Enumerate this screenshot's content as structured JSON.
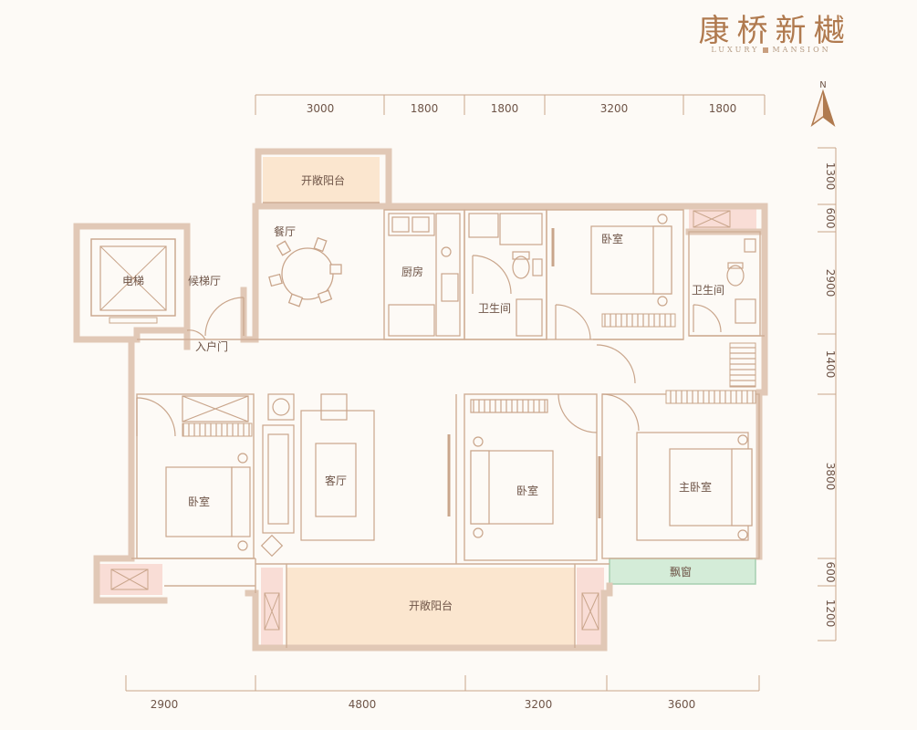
{
  "brand": {
    "title": "康桥新樾",
    "subtitle_left": "LUXURY",
    "subtitle_right": "MANSION"
  },
  "compass": {
    "north_label": "N"
  },
  "dimensions": {
    "top": [
      "3000",
      "1800",
      "1800",
      "3200",
      "1800"
    ],
    "bottom": [
      "2900",
      "4800",
      "3200",
      "3600"
    ],
    "right": [
      "1300",
      "600",
      "2900",
      "1400",
      "3800",
      "600",
      "1200"
    ]
  },
  "rooms": {
    "balcony_top": "开敞阳台",
    "dining": "餐厅",
    "kitchen": "厨房",
    "bathroom_1": "卫生间",
    "bedroom_ne": "卧室",
    "bathroom_2": "卫生间",
    "elevator": "电梯",
    "elevator_lobby": "候梯厅",
    "entrance_door": "入户门",
    "bedroom_w": "卧室",
    "living": "客厅",
    "bedroom_mid": "卧室",
    "master_bedroom": "主卧室",
    "bay_window": "飘窗",
    "balcony_bottom": "开敞阳台"
  },
  "colors": {
    "wall": "#e3cdbd",
    "line": "#c9a58b",
    "text": "#6e5447",
    "balcony_fill": "#fbe6cf",
    "bay_fill": "#d4ecd8",
    "ac_fill": "#f6d7cf",
    "brand": "#b07a4f"
  }
}
